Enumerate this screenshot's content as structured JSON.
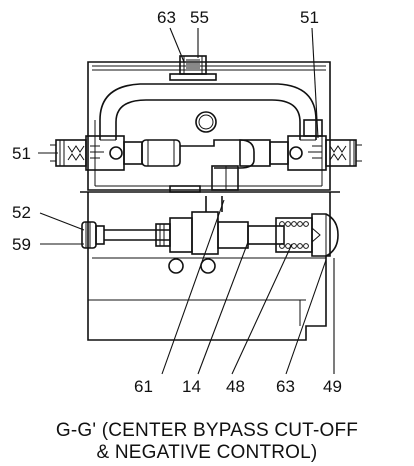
{
  "callouts": {
    "c63_top": "63",
    "c55": "55",
    "c51_right": "51",
    "c51_left": "51",
    "c52": "52",
    "c59": "59",
    "c61": "61",
    "c14": "14",
    "c48": "48",
    "c63_bottom": "63",
    "c49": "49"
  },
  "caption": {
    "line1": "G-G' (CENTER BYPASS CUT-OFF",
    "line2": "& NEGATIVE CONTROL)"
  }
}
